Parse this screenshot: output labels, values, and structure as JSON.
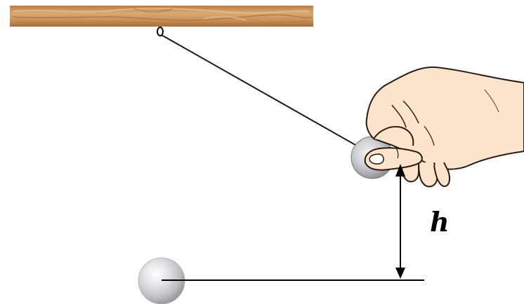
{
  "diagram": {
    "height_label": "h",
    "colors": {
      "wood_base": "#c48a52",
      "wood_light": "#dcae7a",
      "wood_dark": "#9a6532",
      "string": "#1a1a1a",
      "ball_light": "#f2f2f4",
      "ball_mid": "#c8c8cc",
      "ball_dark": "#8e8e94",
      "skin": "#fce4cc",
      "skin_outline": "#2a1a10",
      "line": "#000000"
    },
    "components": {
      "ceiling_beam": "wooden-support-beam",
      "pivot": "pivot-hook",
      "string": "pendulum-string",
      "raised_ball": "pendulum-bob-raised",
      "lower_ball": "pendulum-bob-lowest",
      "hand": "hand-holding-bob",
      "reference_line": "lowest-point-line",
      "height_arrow": "height-dimension-arrow"
    }
  }
}
